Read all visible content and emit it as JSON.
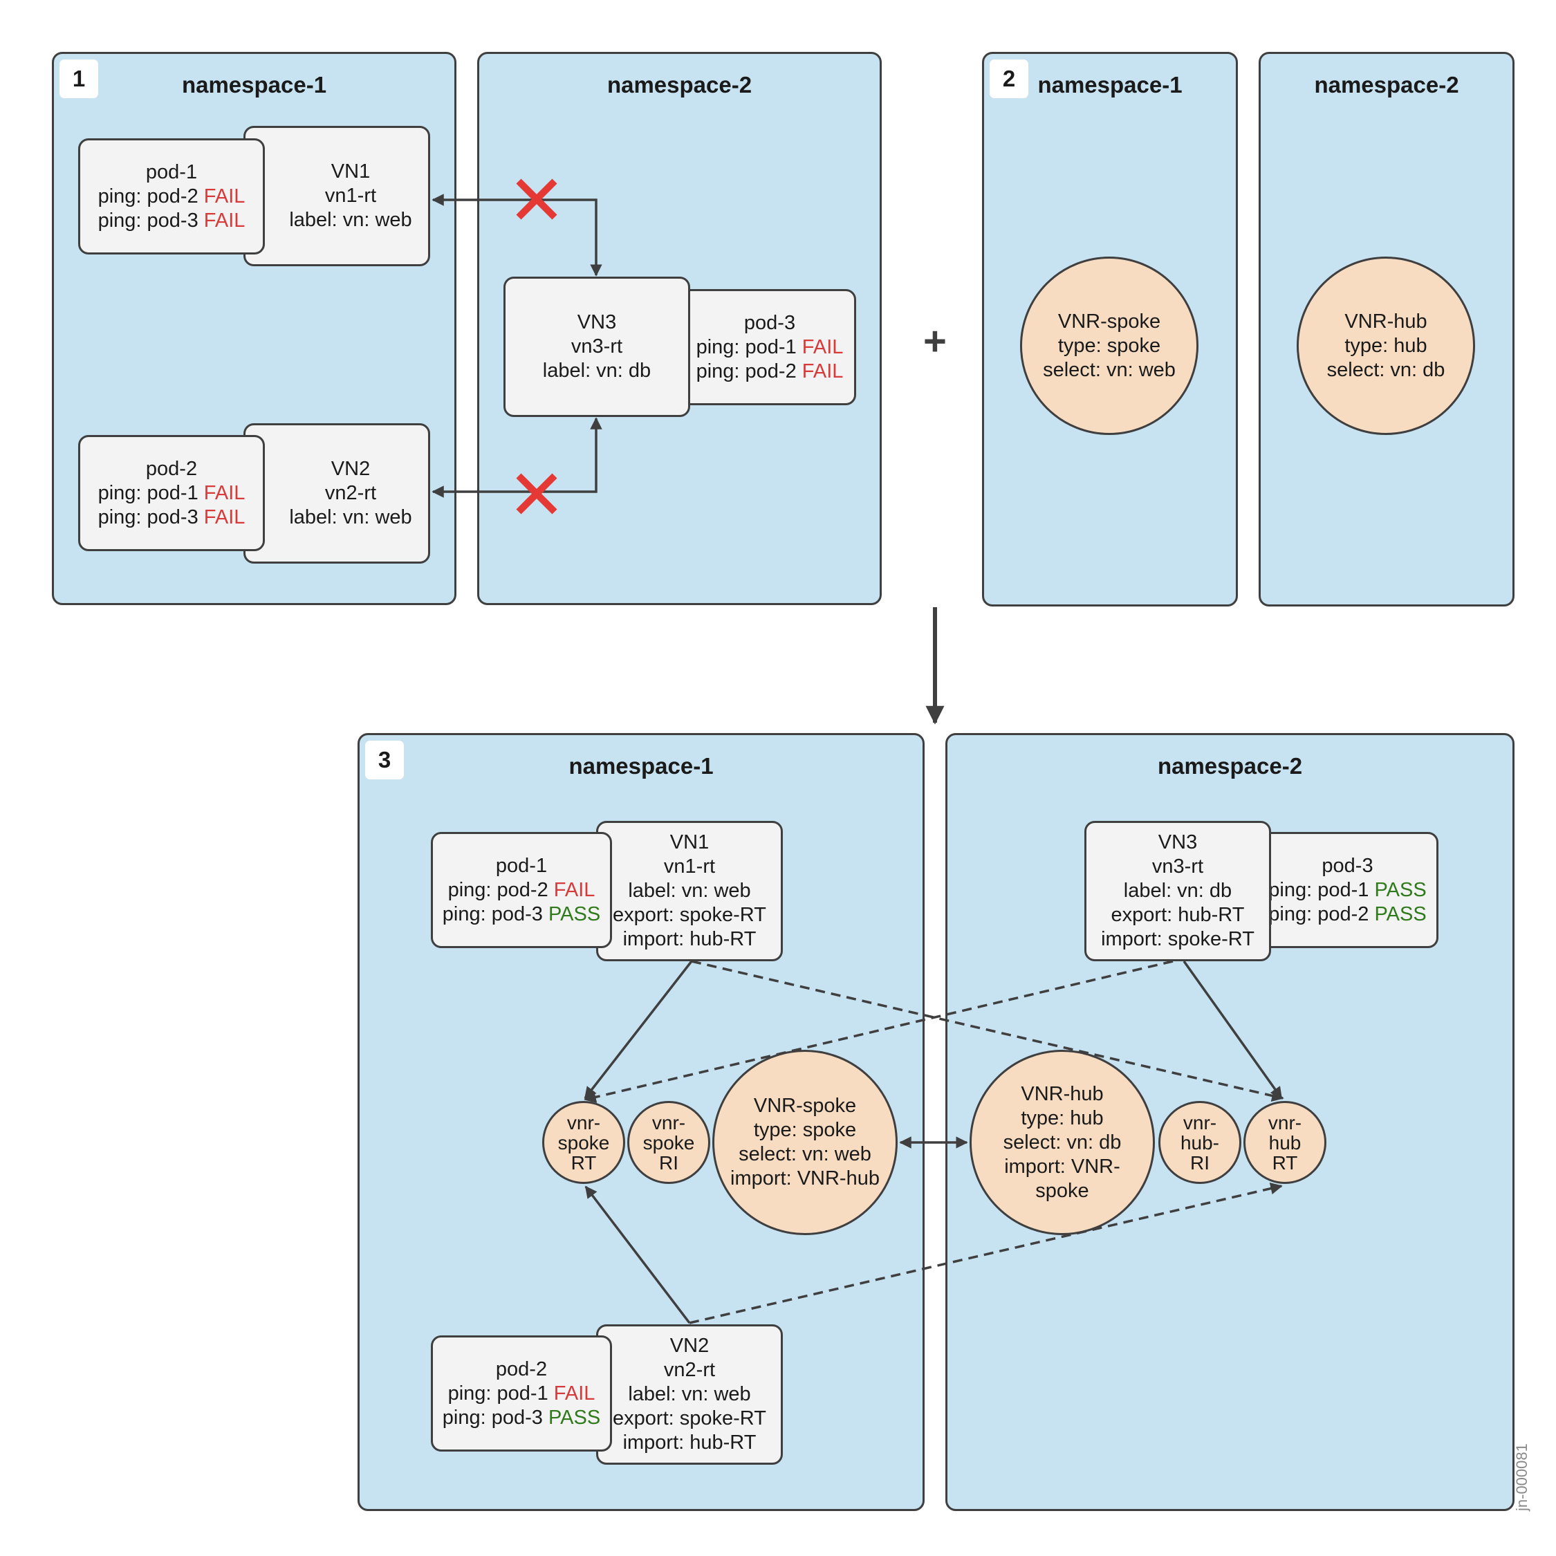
{
  "panel1": {
    "step": "1",
    "ns1": {
      "title": "namespace-1",
      "pod1": {
        "name": "pod-1",
        "ping1": "ping: pod-2",
        "ping1_status": "FAIL",
        "ping2": "ping: pod-3",
        "ping2_status": "FAIL"
      },
      "vn1": {
        "name": "VN1",
        "rt": "vn1-rt",
        "label": "label: vn: web"
      },
      "pod2": {
        "name": "pod-2",
        "ping1": "ping: pod-1",
        "ping1_status": "FAIL",
        "ping2": "ping: pod-3",
        "ping2_status": "FAIL"
      },
      "vn2": {
        "name": "VN2",
        "rt": "vn2-rt",
        "label": "label: vn: web"
      }
    },
    "ns2": {
      "title": "namespace-2",
      "vn3": {
        "name": "VN3",
        "rt": "vn3-rt",
        "label": "label: vn: db"
      },
      "pod3": {
        "name": "pod-3",
        "ping1": "ping: pod-1",
        "ping1_status": "FAIL",
        "ping2": "ping: pod-2",
        "ping2_status": "FAIL"
      }
    }
  },
  "plus": "+",
  "panel2": {
    "step": "2",
    "ns1": {
      "title": "namespace-1",
      "vnr": {
        "l1": "VNR-spoke",
        "l2": "type: spoke",
        "l3": "select: vn: web"
      }
    },
    "ns2": {
      "title": "namespace-2",
      "vnr": {
        "l1": "VNR-hub",
        "l2": "type: hub",
        "l3": "select: vn: db"
      }
    }
  },
  "panel3": {
    "step": "3",
    "ns1": {
      "title": "namespace-1",
      "pod1": {
        "name": "pod-1",
        "ping1": "ping: pod-2",
        "ping1_status": "FAIL",
        "ping2": "ping: pod-3",
        "ping2_status": "PASS"
      },
      "vn1": {
        "name": "VN1",
        "rt": "vn1-rt",
        "label": "label: vn: web",
        "export": "export: spoke-RT",
        "import": "import: hub-RT"
      },
      "pod2": {
        "name": "pod-2",
        "ping1": "ping: pod-1",
        "ping1_status": "FAIL",
        "ping2": "ping: pod-3",
        "ping2_status": "PASS"
      },
      "vn2": {
        "name": "VN2",
        "rt": "vn2-rt",
        "label": "label: vn: web",
        "export": "export: spoke-RT",
        "import": "import: hub-RT"
      },
      "spoke_rt": {
        "l1": "vnr-",
        "l2": "spoke",
        "l3": "RT"
      },
      "spoke_ri": {
        "l1": "vnr-",
        "l2": "spoke",
        "l3": "RI"
      },
      "vnr_spoke": {
        "l1": "VNR-spoke",
        "l2": "type: spoke",
        "l3": "select: vn: web",
        "l4": "import: VNR-hub"
      }
    },
    "ns2": {
      "title": "namespace-2",
      "vn3": {
        "name": "VN3",
        "rt": "vn3-rt",
        "label": "label: vn: db",
        "export": "export: hub-RT",
        "import": "import: spoke-RT"
      },
      "pod3": {
        "name": "pod-3",
        "ping1": "ping: pod-1",
        "ping1_status": "PASS",
        "ping2": "ping: pod-2",
        "ping2_status": "PASS"
      },
      "vnr_hub": {
        "l1": "VNR-hub",
        "l2": "type: hub",
        "l3": "select: vn: db",
        "l4": "import: VNR-",
        "l5": "spoke"
      },
      "hub_ri": {
        "l1": "vnr-",
        "l2": "hub-",
        "l3": "RI"
      },
      "hub_rt": {
        "l1": "vnr-",
        "l2": "hub",
        "l3": "RT"
      }
    }
  },
  "figure_id": "jn-000081",
  "colors": {
    "namespace_bg": "#c7e2f1",
    "box_bg": "#f3f3f3",
    "vnr_bg": "#f7dcc2",
    "fail": "#d83a3a",
    "pass": "#2f7a1a",
    "cross": "#e53935",
    "stroke": "#3f3f3f"
  }
}
